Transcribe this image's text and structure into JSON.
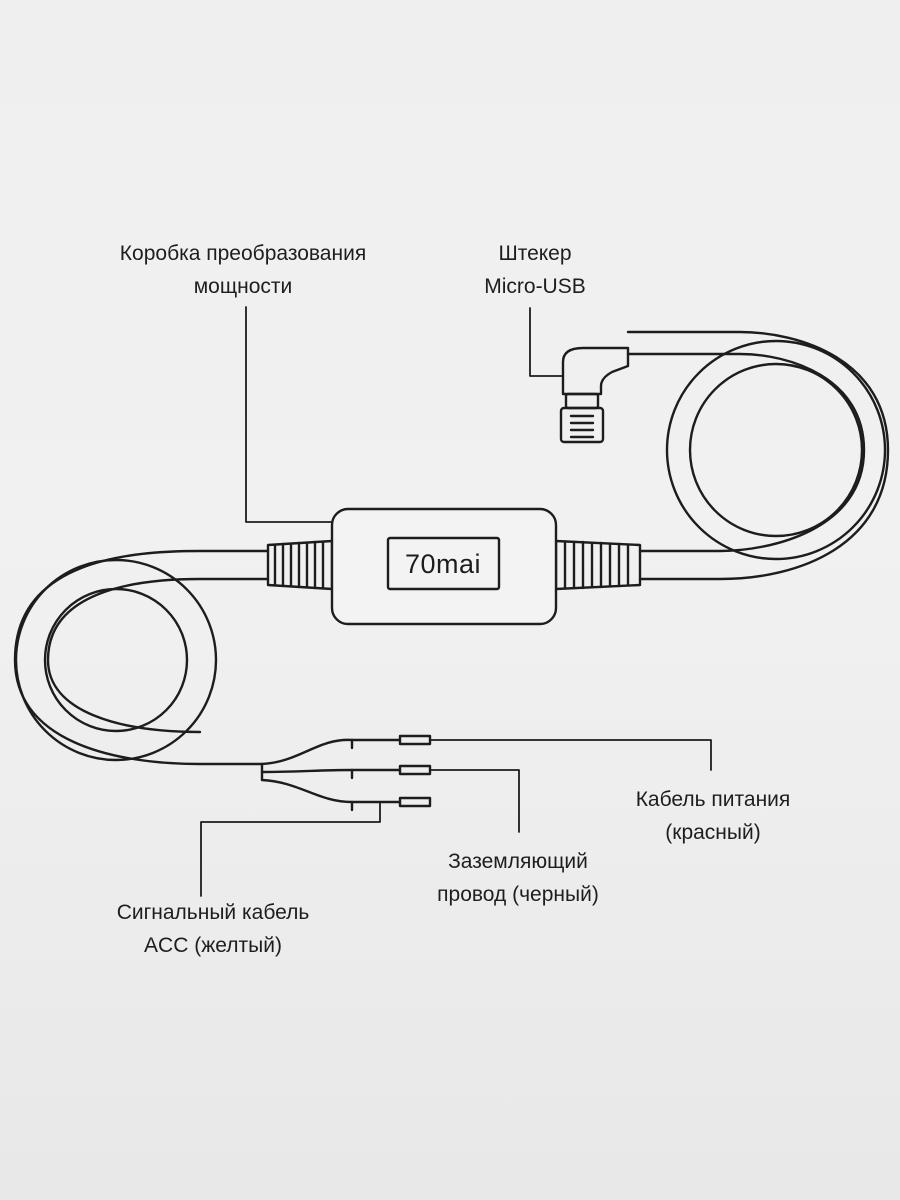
{
  "brand": {
    "logo_text": "70mai"
  },
  "labels": {
    "converter_box": {
      "line1": "Коробка преобразования",
      "line2": "мощности"
    },
    "micro_usb": {
      "line1": "Штекер",
      "line2": "Micro-USB"
    },
    "power_cable": {
      "line1": "Кабель питания",
      "line2": "(красный)"
    },
    "ground_wire": {
      "line1": "Заземляющий",
      "line2": "провод (черный)"
    },
    "acc_cable": {
      "line1": "Сигнальный кабель",
      "line2": "ACC (желтый)"
    }
  }
}
